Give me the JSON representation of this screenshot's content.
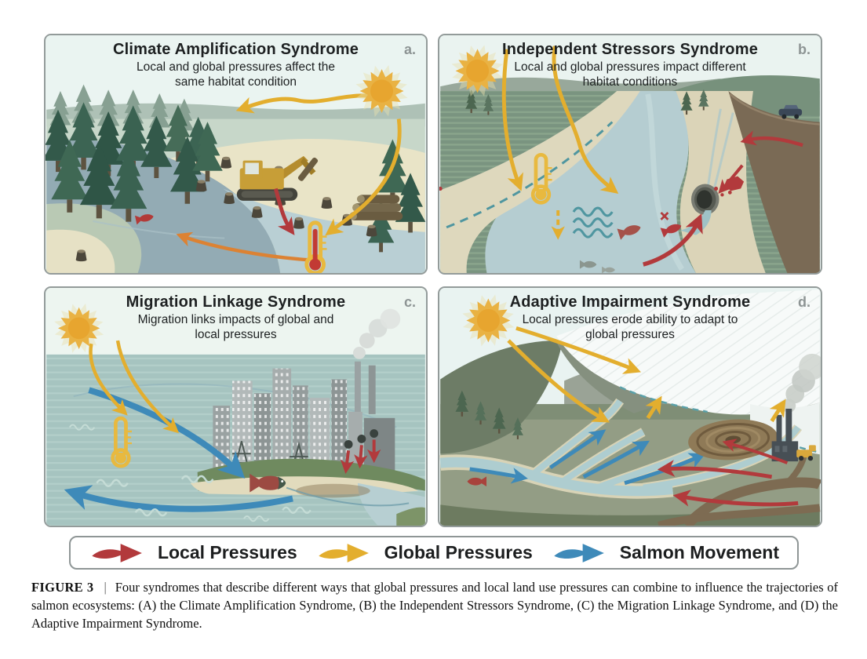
{
  "panels": [
    {
      "label": "a.",
      "title": "Climate Amplification Syndrome",
      "subtitle": "Local and global pressures affect the same habitat condition"
    },
    {
      "label": "b.",
      "title": "Independent Stressors Syndrome",
      "subtitle": "Local and global pressures impact different habitat conditions"
    },
    {
      "label": "c.",
      "title": "Migration Linkage Syndrome",
      "subtitle": "Migration links impacts of global and local pressures"
    },
    {
      "label": "d.",
      "title": "Adaptive Impairment Syndrome",
      "subtitle": "Local pressures erode ability to adapt to global pressures"
    }
  ],
  "legend": {
    "items": [
      {
        "label": "Local Pressures",
        "color": "#b23a3c"
      },
      {
        "label": "Global Pressures",
        "color": "#e3ae2e"
      },
      {
        "label": "Salmon Movement",
        "color": "#3e8ab9"
      }
    ]
  },
  "caption": {
    "figure_label": "FIGURE 3",
    "separator": "|",
    "text": "Four syndromes that describe different ways that global pressures and local land use pressures can combine to influence the trajectories of salmon ecosystems: (A) the Climate Amplification Syndrome, (B) the Independent Stressors Syndrome, (C) the Migration Linkage Syndrome, and (D) the Adaptive Impairment Syndrome."
  },
  "colors": {
    "local-red": "#b23a3c",
    "global-yellow": "#e3ae2e",
    "salmon-blue": "#3e8ab9",
    "sun-core": "#e7a52f",
    "sun-ray": "#e9b243"
  }
}
